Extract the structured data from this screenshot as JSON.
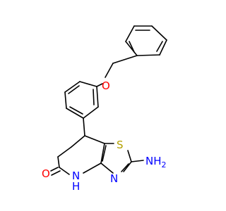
{
  "molecule": {
    "atoms": {
      "O_ether": {
        "text": "O",
        "color": "#ff0000"
      },
      "S": {
        "text": "S",
        "color": "#b3a000"
      },
      "NH2": {
        "text": "NH",
        "sub": "2",
        "color": "#0000ff"
      },
      "N_ring": {
        "text": "N",
        "color": "#0000ff"
      },
      "NH": {
        "text": "N",
        "sub_h": "H",
        "color": "#0000ff"
      },
      "O_carbonyl": {
        "text": "O",
        "color": "#ff0000"
      }
    }
  }
}
